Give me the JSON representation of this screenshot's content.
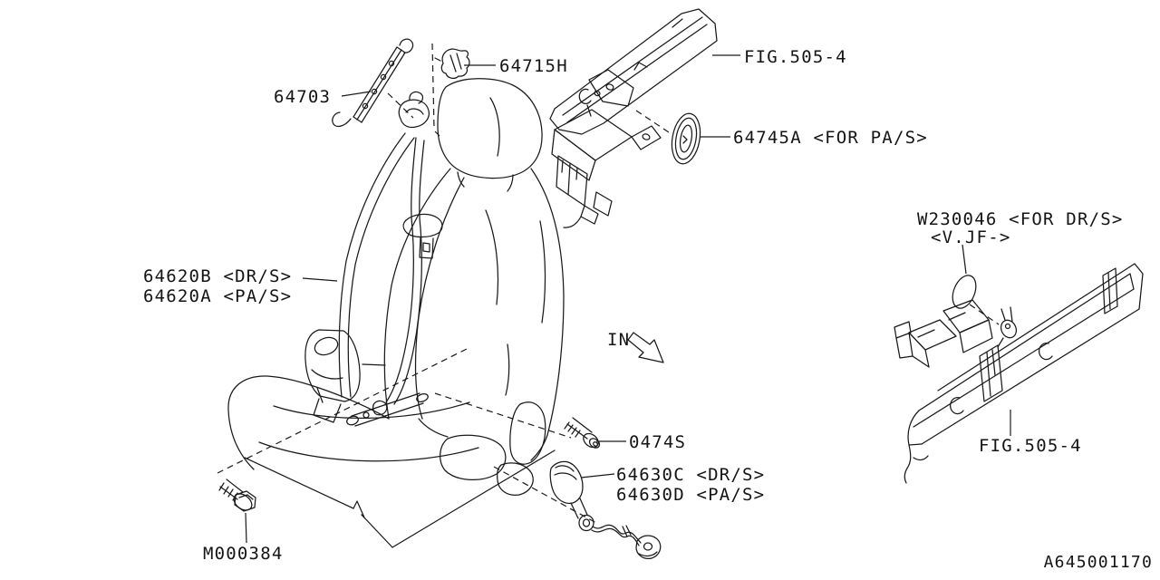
{
  "diagram": {
    "type": "parts-diagram",
    "subject": "front seat belt assembly",
    "doc_number": "A645001170",
    "line_color": "#1a1a1a",
    "background": "#ffffff"
  },
  "labels": {
    "part_64703": "64703",
    "part_64715h": "64715H",
    "fig_top": "FIG.505-4",
    "part_64745a": "64745A <FOR PA/S>",
    "part_w230046_l1": "W230046 <FOR DR/S>",
    "part_w230046_l2": "<V.JF->",
    "part_64620b": "64620B <DR/S>",
    "part_64620a": "64620A <PA/S>",
    "in_marker": "IN",
    "part_0474s": "0474S",
    "part_64630c": "64630C <DR/S>",
    "part_64630d": "64630D <PA/S>",
    "part_m000384": "M000384",
    "fig_bottom": "FIG.505-4",
    "doc_number": "A645001170"
  }
}
